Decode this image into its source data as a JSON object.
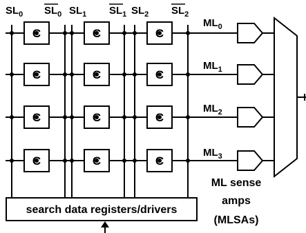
{
  "search_lines": [
    {
      "base": "SL",
      "sub": "0",
      "bar": false
    },
    {
      "base": "SL",
      "sub": "0",
      "bar": true
    },
    {
      "base": "SL",
      "sub": "1",
      "bar": false
    },
    {
      "base": "SL",
      "sub": "1",
      "bar": true
    },
    {
      "base": "SL",
      "sub": "2",
      "bar": false
    },
    {
      "base": "SL",
      "sub": "2",
      "bar": true
    }
  ],
  "match_lines": [
    {
      "base": "ML",
      "sub": "0"
    },
    {
      "base": "ML",
      "sub": "1"
    },
    {
      "base": "ML",
      "sub": "2"
    },
    {
      "base": "ML",
      "sub": "3"
    }
  ],
  "cell_label": "C",
  "search_data_box": "search data registers/drivers",
  "sense_amps_label": [
    "ML sense",
    "amps",
    "(MLSAs)"
  ]
}
